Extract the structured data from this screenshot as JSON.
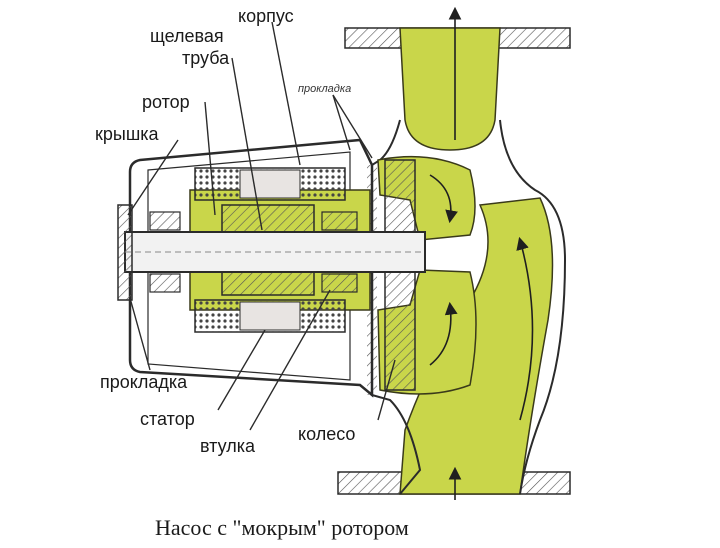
{
  "labels": {
    "housing": "корпус",
    "slotted_tube_line1": "щелевая",
    "slotted_tube_line2": "труба",
    "rotor": "ротор",
    "cover": "крышка",
    "gasket_top": "прокладка",
    "gasket_bottom": "прокладка",
    "stator": "статор",
    "bushing": "втулка",
    "impeller": "колесо"
  },
  "caption": "Насос с \"мокрым\" ротором",
  "colors": {
    "fluid": "#c9d64a",
    "outline": "#2b2b2b",
    "background": "#ffffff"
  }
}
